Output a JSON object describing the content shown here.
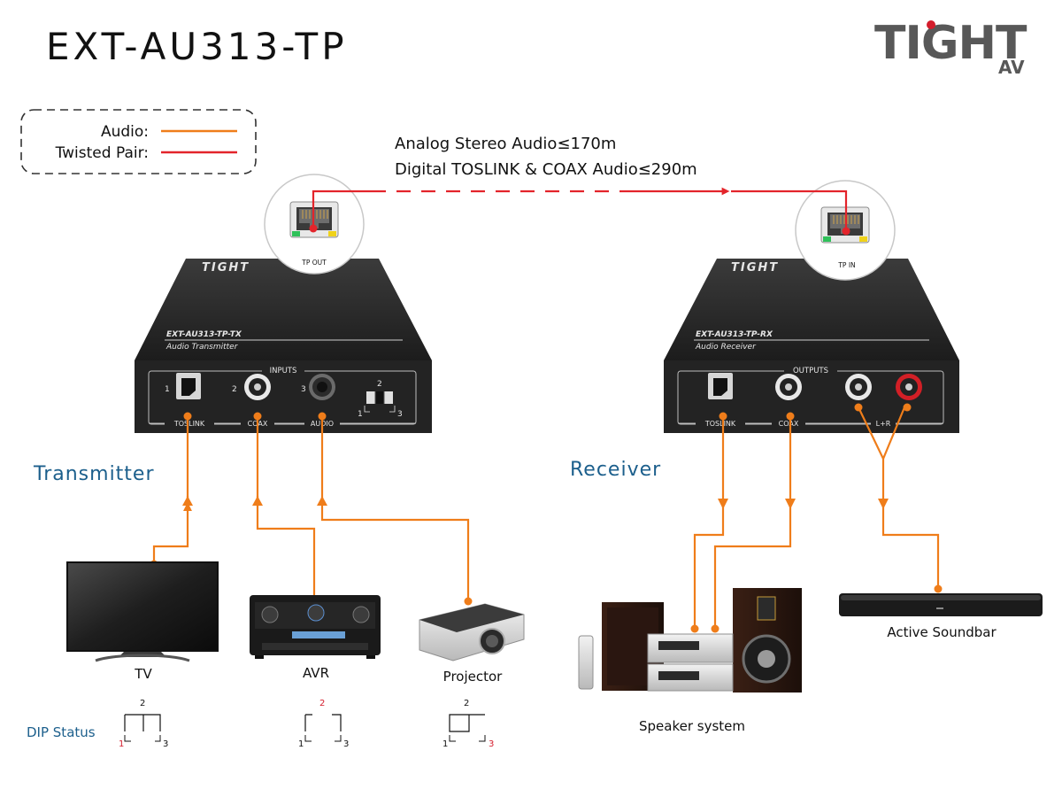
{
  "title": "EXT-AU313-TP",
  "brand": {
    "name": "TIGHT",
    "sub": "AV",
    "color": "#585858",
    "accent": "#d41d2c"
  },
  "legend": {
    "audio_label": "Audio:",
    "tp_label": "Twisted Pair:"
  },
  "distance": {
    "line1": "Analog Stereo Audio≤170m",
    "line2": "Digital TOSLINK & COAX Audio≤290m"
  },
  "colors": {
    "audio": "#ef7d1a",
    "twisted_pair": "#e3242b",
    "section_title": "#1c5f8c",
    "dip_highlight": "#d41d2c",
    "device_body": "#262626"
  },
  "transmitter": {
    "section_label": "Transmitter",
    "brand": "TIGHT",
    "model": "EXT-AU313-TP-TX",
    "description": "Audio Transmitter",
    "group_label": "INPUTS",
    "port_label": "TP OUT",
    "port_numbers": [
      "1",
      "2",
      "3"
    ],
    "connectors": [
      "TOSLINK",
      "COAX",
      "AUDIO"
    ],
    "switch": {
      "pos2": "2",
      "pos1": "1",
      "pos3": "3"
    }
  },
  "receiver": {
    "section_label": "Receiver",
    "brand": "TIGHT",
    "model": "EXT-AU313-TP-RX",
    "description": "Audio Receiver",
    "group_label": "OUTPUTS",
    "port_label": "TP IN",
    "connectors": [
      "TOSLINK",
      "COAX",
      "L+R"
    ]
  },
  "sources": [
    {
      "name": "TV",
      "icon": "tv-icon",
      "dip": {
        "top": "2",
        "left": "1",
        "right": "3",
        "active": "1"
      }
    },
    {
      "name": "AVR",
      "icon": "avr-icon",
      "dip": {
        "top": "2",
        "left": "1",
        "right": "3",
        "active": "2"
      }
    },
    {
      "name": "Projector",
      "icon": "projector-icon",
      "dip": {
        "top": "2",
        "left": "1",
        "right": "3",
        "active": "3"
      }
    }
  ],
  "dip_status_label": "DIP Status",
  "sinks": [
    {
      "name": "Speaker system",
      "icon": "speaker-system-icon"
    },
    {
      "name": "Active Soundbar",
      "icon": "soundbar-icon"
    }
  ]
}
